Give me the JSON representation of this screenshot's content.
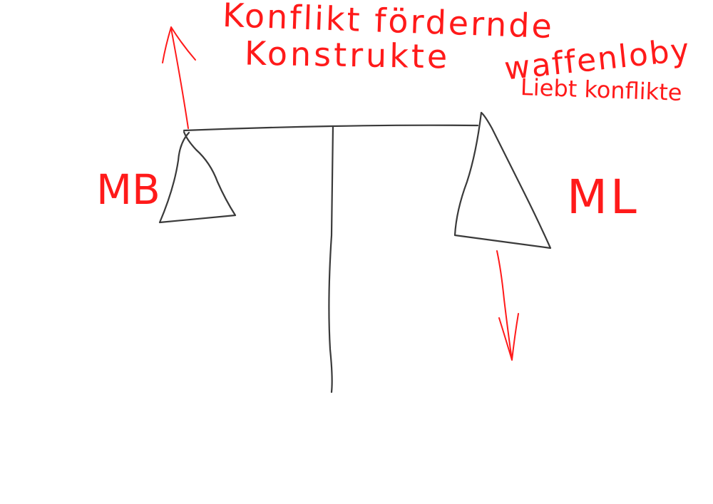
{
  "colors": {
    "ink_dark": "#3a3a3a",
    "ink_red": "#ff1a1a",
    "background": "#ffffff"
  },
  "labels": {
    "top_line1": "Konflikt fördernde",
    "top_line2": "Konstrukte",
    "right_line1": "waffenloby",
    "right_line2": "Liebt konflikte",
    "left_pan": "MB",
    "right_pan": "ML"
  }
}
